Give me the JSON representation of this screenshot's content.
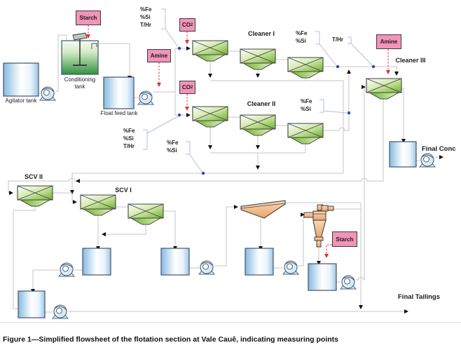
{
  "figure": {
    "caption": "Figure 1—Simplified flowsheet of the flotation section at Vale Cauê, indicating measuring points"
  },
  "reagents": {
    "starch_top": "Starch",
    "starch_bottom": "Starch",
    "amine_top": "Amine",
    "amine_right": "Amine",
    "co2_base": "CO",
    "co2_sub": "2"
  },
  "units": {
    "agitator_tank": "Agitator tank",
    "conditioning_tank": "Conditioning tank",
    "float_feed_tank": "Float feed tank",
    "cleaner1": "Cleaner I",
    "cleaner2": "Cleaner II",
    "cleaner3": "Cleaner III",
    "scv1": "SCV I",
    "scv2": "SCV II"
  },
  "streams": {
    "final_conc": "Final Conc",
    "final_tailings": "Final Tailings"
  },
  "measurements": {
    "fe": "%Fe",
    "si": "%Si",
    "thr": "T/Hr"
  },
  "colors": {
    "reagent_pink": "#f194b8",
    "cell_green": "#6fb32a",
    "tank_blue": "#8fc0e4",
    "equipment_orange": "#f0b487",
    "line_gray": "#c4c4c4",
    "measure_point_blue": "#2a46c8",
    "reagent_arrow_red": "#e03030"
  }
}
